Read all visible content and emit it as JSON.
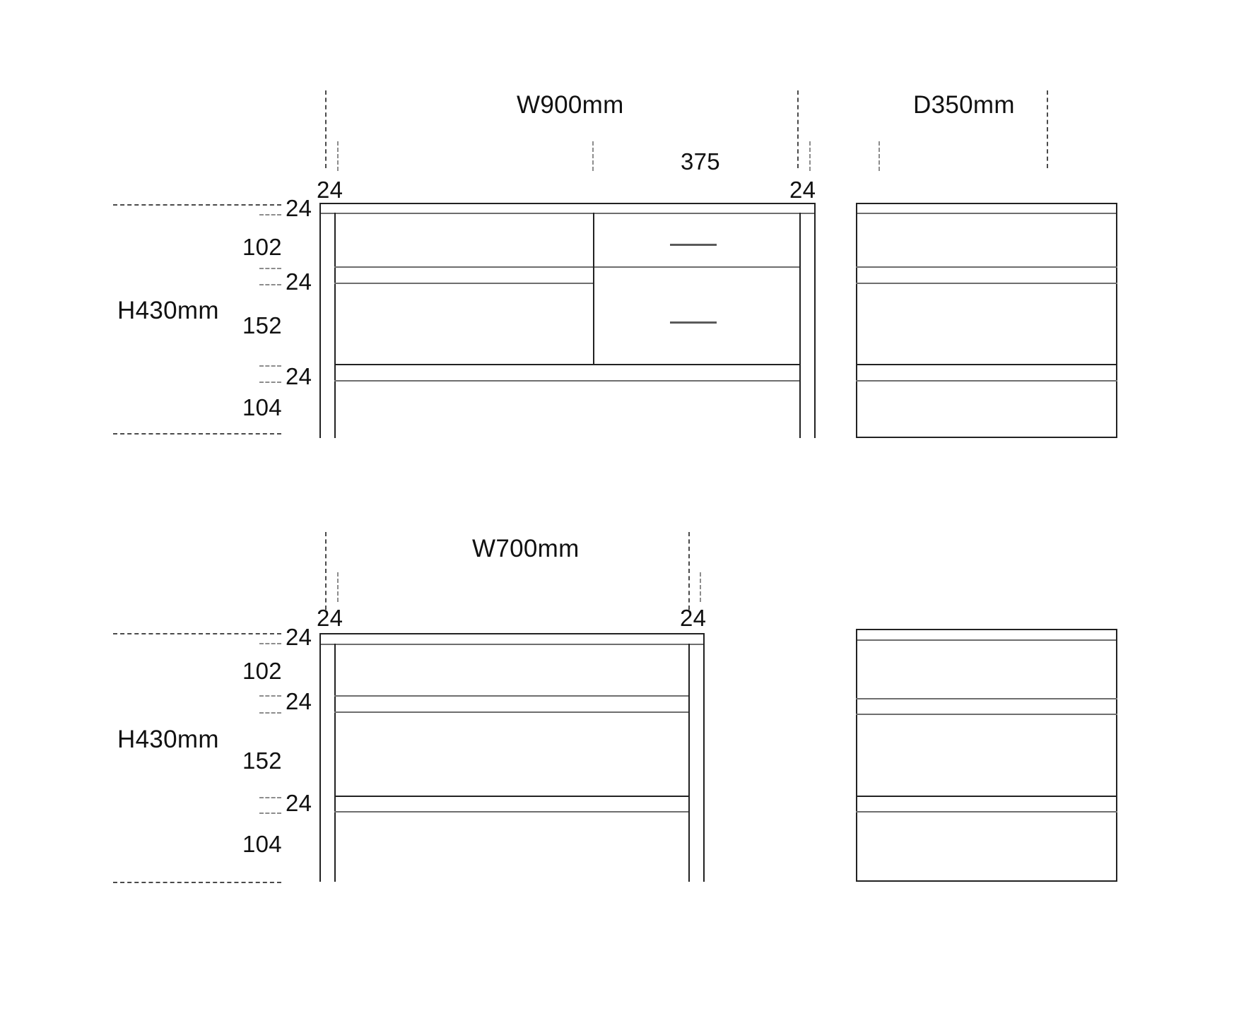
{
  "drawing": {
    "title_top_front": "W900mm",
    "title_top_side": "D350mm",
    "title_bottom_front": "W700mm",
    "height_label_top": "H430mm",
    "height_label_bottom": "H430mm"
  },
  "top_view": {
    "width_label": "W900mm",
    "depth_label": "D350mm",
    "height_label": "H430mm",
    "top_left_thickness": "24",
    "top_right_thickness": "24",
    "drawer_section_width": "375",
    "vertical_dims": [
      {
        "value": "24",
        "name": "top-panel-thickness"
      },
      {
        "value": "102",
        "name": "upper-compartment-height"
      },
      {
        "value": "24",
        "name": "middle-shelf-thickness"
      },
      {
        "value": "152",
        "name": "lower-compartment-height"
      },
      {
        "value": "24",
        "name": "bottom-shelf-thickness"
      },
      {
        "value": "104",
        "name": "leg-clearance-height"
      }
    ]
  },
  "bottom_view": {
    "width_label": "W700mm",
    "height_label": "H430mm",
    "top_left_thickness": "24",
    "top_right_thickness": "24",
    "vertical_dims": [
      {
        "value": "24",
        "name": "top-panel-thickness"
      },
      {
        "value": "102",
        "name": "upper-compartment-height"
      },
      {
        "value": "24",
        "name": "middle-shelf-thickness"
      },
      {
        "value": "152",
        "name": "lower-compartment-height"
      },
      {
        "value": "24",
        "name": "bottom-shelf-thickness"
      },
      {
        "value": "104",
        "name": "leg-clearance-height"
      }
    ]
  },
  "colors": {
    "line": "#3a3a3a",
    "line_light": "#6e6e6e",
    "line_dark": "#222222",
    "dash": "#4a4a4a",
    "text": "#111111",
    "background": "#ffffff"
  }
}
